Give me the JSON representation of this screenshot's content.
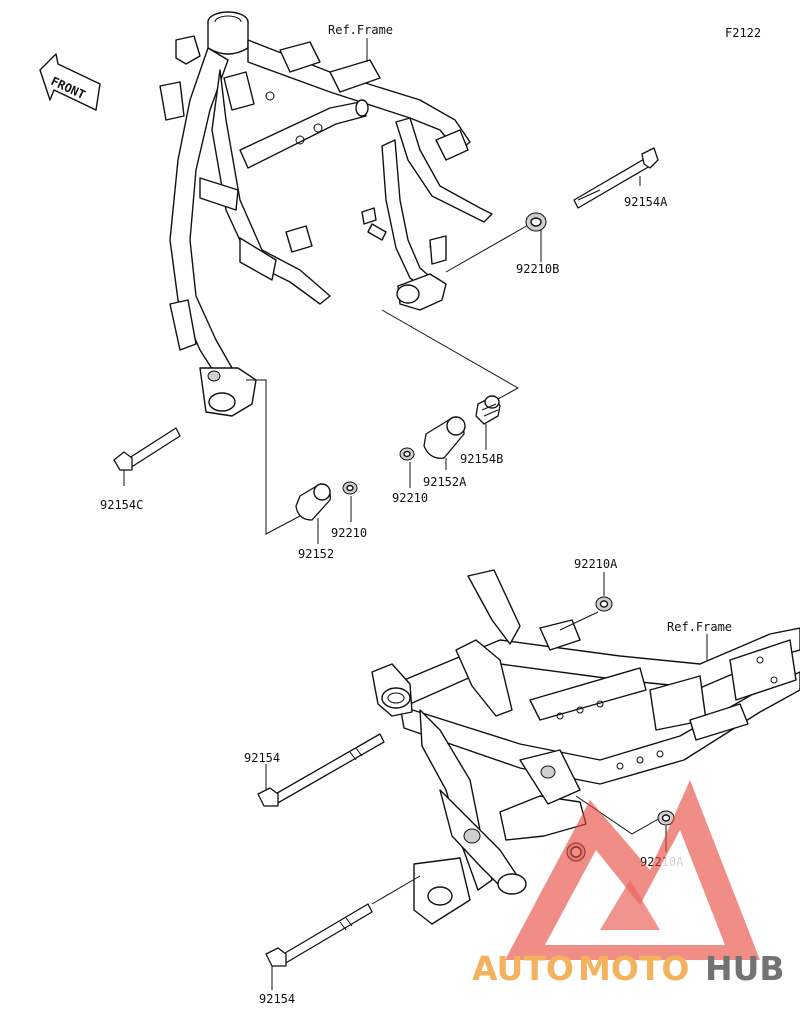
{
  "diagram_code": "F2122",
  "front_label": "FRONT",
  "ref_frame_labels": [
    "Ref.Frame",
    "Ref.Frame"
  ],
  "parts": {
    "p92154C": "92154C",
    "p92154A": "92154A",
    "p92210B": "92210B",
    "p92154B": "92154B",
    "p92152A": "92152A",
    "p92210_right": "92210",
    "p92152": "92152",
    "p92210_left": "92210",
    "p92210A_top": "92210A",
    "p92154_top": "92154",
    "p92210A_bottom": "92210A",
    "p92154_bottom": "92154"
  },
  "watermark": {
    "text_auto": "AUTO",
    "text_moto": "MOTO",
    "text_hub": "HUB",
    "color_red": "#e8463c",
    "color_orange": "#f2a23a",
    "color_gray": "#555555"
  }
}
